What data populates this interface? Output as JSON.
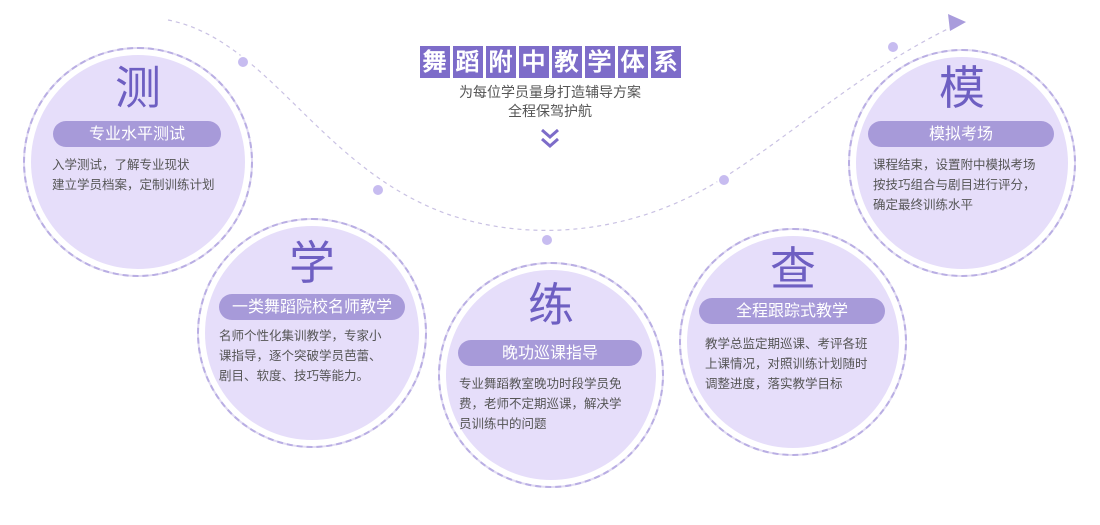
{
  "header": {
    "title_chars": [
      "舞",
      "蹈",
      "附",
      "中",
      "教",
      "学",
      "体",
      "系"
    ],
    "subtitle_lines": [
      "为每位学员量身打造辅导方案",
      "全程保驾护航"
    ],
    "chevron_icon": "double-chevron-down-icon"
  },
  "colors": {
    "accent": "#7d6cc9",
    "pill": "#a79ad9",
    "circle": "#e6defa",
    "dashed": "#b9aee3"
  },
  "steps": [
    {
      "char": "测",
      "label": "专业水平测试",
      "lines": [
        "入学测试，了解专业现状",
        "建立学员档案，定制训练计划"
      ]
    },
    {
      "char": "学",
      "label": "一类舞蹈院校名师教学",
      "lines": [
        "名师个性化集训教学，专家小",
        "课指导，逐个突破学员芭蕾、",
        "剧目、软度、技巧等能力。"
      ]
    },
    {
      "char": "练",
      "label": "晚功巡课指导",
      "lines": [
        "专业舞蹈教室晚功时段学员免",
        "费，老师不定期巡课，解决学",
        "员训练中的问题"
      ]
    },
    {
      "char": "查",
      "label": "全程跟踪式教学",
      "lines": [
        "教学总监定期巡课、考评各班",
        "上课情况，对照训练计划随时",
        "调整进度，落实教学目标"
      ]
    },
    {
      "char": "模",
      "label": "模拟考场",
      "lines": [
        "课程结束，设置附中模拟考场",
        "按技巧组合与剧目进行评分，",
        "确定最终训练水平"
      ]
    }
  ]
}
